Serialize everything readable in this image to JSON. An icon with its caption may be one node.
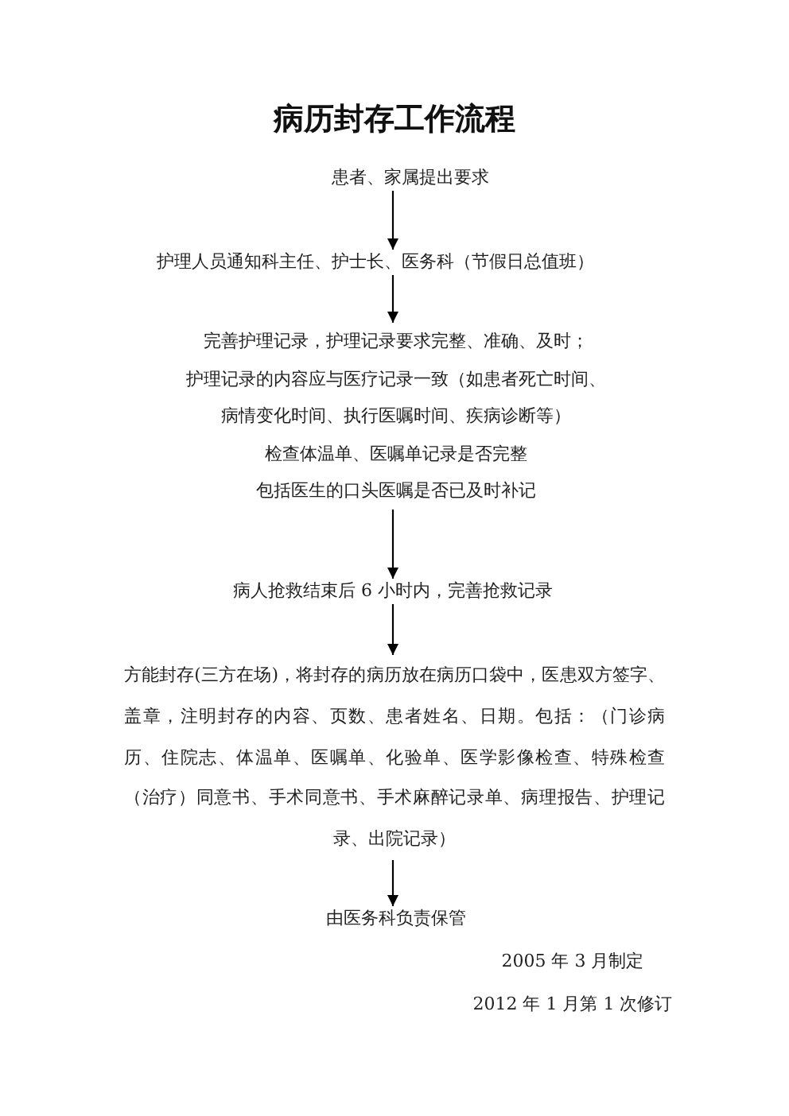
{
  "diagram": {
    "title": "病历封存工作流程",
    "nodes": [
      {
        "text": [
          "患者、家属提出要求"
        ]
      },
      {
        "text": [
          "护理人员通知科主任、护士长、医务科（节假日总值班）"
        ]
      },
      {
        "text": [
          "完善护理记录，护理记录要求完整、准确、及时；",
          "护理记录的内容应与医疗记录一致（如患者死亡时间、病情变化时间、执行医嘱时间、疾病诊断等）",
          "检查体温单、医嘱单记录是否完整",
          "包括医生的口头医嘱是否已及时补记"
        ]
      },
      {
        "text": [
          "病人抢救结束后 6 小时内，完善抢救记录"
        ]
      },
      {
        "text": [
          "方能封存(三方在场)，将封存的病历放在病历口袋中，医患双方签字、盖章，注明封存的内容、页数、患者姓名、日期。包括：（门诊病历、住院志、体温单、医嘱单、化验单、医学影像检查、特殊检查（治疗）同意书、手术同意书、手术麻醉记录单、病理报告、护理记录、出院记录）"
        ]
      },
      {
        "text": [
          "由医务科负责保管"
        ]
      }
    ],
    "edges": [
      {
        "from": 0,
        "to": 1,
        "arrow": "to"
      },
      {
        "from": 1,
        "to": 2,
        "arrow": "to"
      },
      {
        "from": 2,
        "to": 3,
        "arrow": "to"
      },
      {
        "from": 3,
        "to": 4,
        "arrow": "to"
      },
      {
        "from": 4,
        "to": 5,
        "arrow": "to"
      }
    ],
    "labels": [
      "2005 年 3 月制定",
      "2012 年 1 月第 1 次修订"
    ]
  }
}
